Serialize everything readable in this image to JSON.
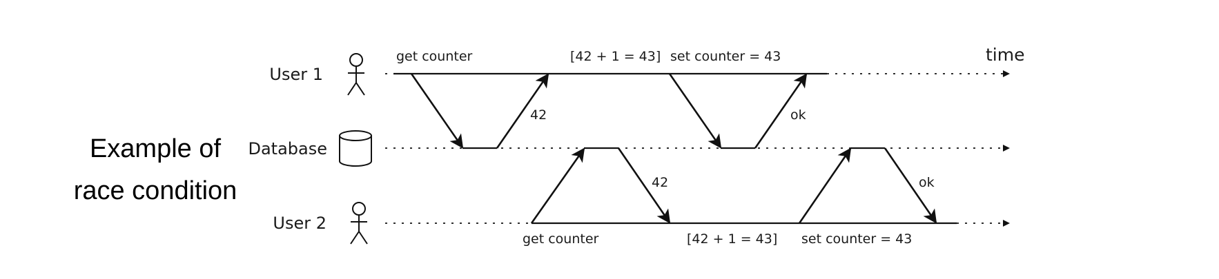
{
  "caption": {
    "line1": "Example of",
    "line2": "race condition"
  },
  "lanes": {
    "user1": "User 1",
    "database": "Database",
    "user2": "User 2"
  },
  "time_label": "time",
  "user1_steps": {
    "get": "get counter",
    "compute": "[42 + 1 = 43]",
    "set": "set counter = 43"
  },
  "user2_steps": {
    "get": "get counter",
    "compute": "[42 + 1 = 43]",
    "set": "set counter = 43"
  },
  "responses": {
    "user1_read": "42",
    "user1_write": "ok",
    "user2_read": "42",
    "user2_write": "ok"
  },
  "icons": {
    "user1": "person-icon",
    "database": "database-cylinder-icon",
    "user2": "person-icon"
  },
  "colors": {
    "line": "#111111",
    "text": "#1a1a1a"
  }
}
